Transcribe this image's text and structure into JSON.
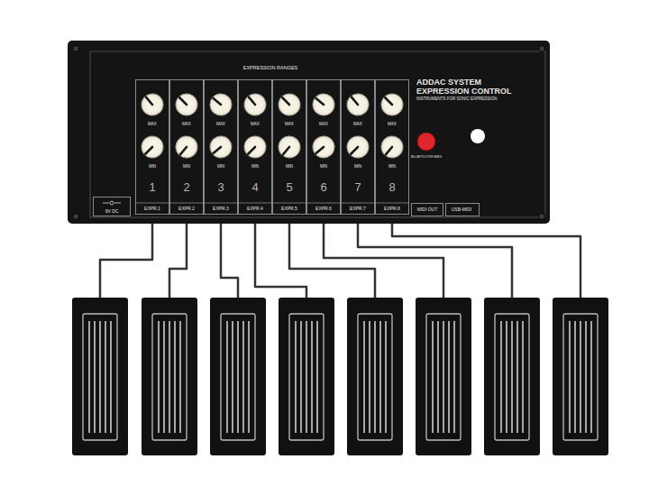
{
  "diagram": {
    "nodes": [
      {
        "text": [
          "EXPRESSION RANGES",
          "ADDAC SYSTEM",
          "EXPRESSION CONTROL",
          "INSTRUMENTS FOR SONIC EXPRESSION",
          "BLUETOOTH MIDI"
        ]
      },
      {
        "text": [
          "MAX",
          "MIN",
          "1",
          "EXPR.1"
        ],
        "in": 0
      },
      {
        "text": [
          "MAX",
          "MIN",
          "2",
          "EXPR.2"
        ],
        "in": 0
      },
      {
        "text": [
          "MAX",
          "MIN",
          "3",
          "EXPR.3"
        ],
        "in": 0
      },
      {
        "text": [
          "MAX",
          "MIN",
          "4",
          "EXPR.4"
        ],
        "in": 0
      },
      {
        "text": [
          "MAX",
          "MIN",
          "5",
          "EXPR.5"
        ],
        "in": 0
      },
      {
        "text": [
          "MAX",
          "MIN",
          "6",
          "EXPR.6"
        ],
        "in": 0
      },
      {
        "text": [
          "MAX",
          "MIN",
          "7",
          "EXPR.7"
        ],
        "in": 0
      },
      {
        "text": [
          "MAX",
          "MIN",
          "8",
          "EXPR.8"
        ],
        "in": 0
      },
      {
        "text": [
          "9V DC"
        ],
        "in": 0
      },
      {
        "text": [
          "MIDI OUT"
        ],
        "in": 0
      },
      {
        "text": [
          "USB-MIDI"
        ],
        "in": 0
      }
    ]
  }
}
